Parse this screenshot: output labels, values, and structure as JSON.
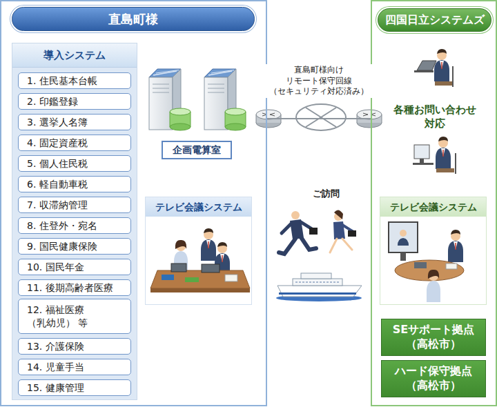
{
  "diagram": {
    "nodes": [
      {
        "text": [
          "直島町様"
        ]
      },
      {
        "text": [
          "導入システム"
        ],
        "in": 0
      },
      {
        "text": [
          "1. 住民基本台帳"
        ],
        "in": 1
      },
      {
        "text": [
          "2. 印鑑登録"
        ],
        "in": 1
      },
      {
        "text": [
          "3. 選挙人名簿"
        ],
        "in": 1
      },
      {
        "text": [
          "4. 固定資産税"
        ],
        "in": 1
      },
      {
        "text": [
          "5. 個人住民税"
        ],
        "in": 1
      },
      {
        "text": [
          "6. 軽自動車税"
        ],
        "in": 1
      },
      {
        "text": [
          "7. 収滞納管理"
        ],
        "in": 1
      },
      {
        "text": [
          "8. 住登外・宛名"
        ],
        "in": 1
      },
      {
        "text": [
          "9. 国民健康保険"
        ],
        "in": 1
      },
      {
        "text": [
          "10. 国民年金"
        ],
        "in": 1
      },
      {
        "text": [
          "11. 後期高齢者医療"
        ],
        "in": 1
      },
      {
        "text": [
          "12. 福祉医療 （乳幼児） 等"
        ],
        "in": 1
      },
      {
        "text": [
          "13. 介護保険"
        ],
        "in": 1
      },
      {
        "text": [
          "14. 児童手当"
        ],
        "in": 1
      },
      {
        "text": [
          "15. 健康管理"
        ],
        "in": 1
      },
      {
        "text": [
          "企画電算室"
        ],
        "in": 0
      },
      {
        "text": [
          "テレビ会議システム"
        ],
        "in": 0
      },
      {
        "text": [
          "四国日立システムズ"
        ]
      },
      {
        "text": [
          "テレビ会議システム"
        ],
        "in": 19
      },
      {
        "text": [
          "SEサポート拠点 （高松市）"
        ],
        "in": 19
      },
      {
        "text": [
          "ハード保守拠点 （高松市）"
        ],
        "in": 19
      }
    ],
    "edges": [
      {
        "from": 0,
        "to": 19,
        "arrow": "none",
        "label": "直島町様向け リモート保守回線 （セキュリティ対応済み）"
      }
    ],
    "labels": [
      "各種お問い合わせ 対応",
      "ご訪問"
    ]
  }
}
